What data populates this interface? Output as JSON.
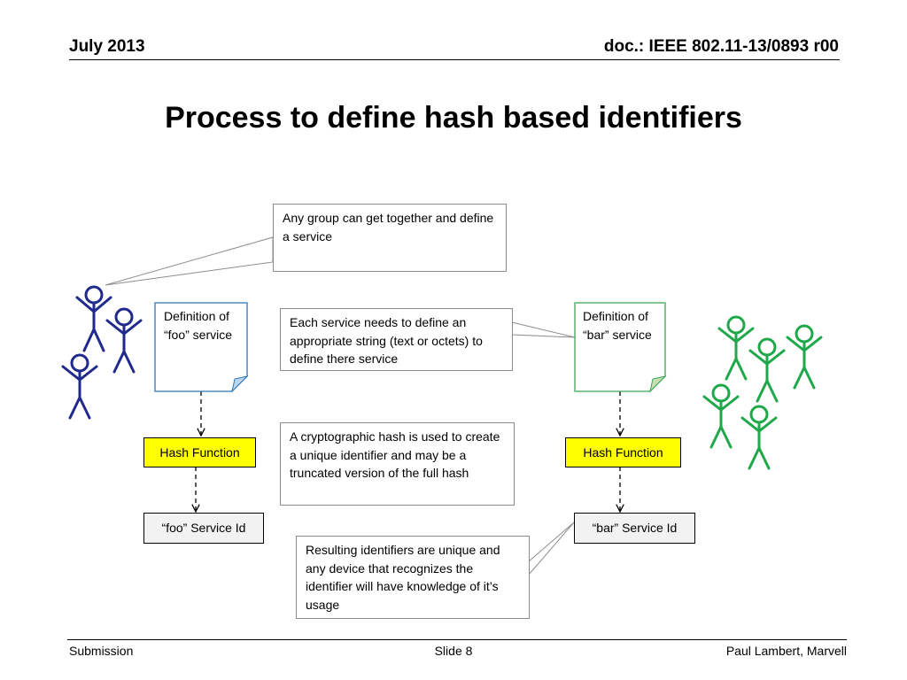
{
  "header": {
    "date": "July 2013",
    "doc_id": "doc.: IEEE 802.11-13/0893 r00"
  },
  "slide_title": "Process to define hash based identifiers",
  "callouts": {
    "group": "Any group can get together and define a service",
    "string": "Each service needs to define an appropriate string (text or octets) to define there service",
    "hash": "A cryptographic hash is used to create a unique identifier and may be a truncated version of the full hash",
    "result": "Resulting identifiers are unique and any device that recognizes the identifier will have knowledge of it’s usage"
  },
  "left_flow": {
    "definition": "Definition of “foo” service",
    "hash_function": "Hash Function",
    "service_id": "“foo” Service Id"
  },
  "right_flow": {
    "definition": "Definition of “bar” service",
    "hash_function": "Hash Function",
    "service_id": "“bar” Service Id"
  },
  "colors": {
    "blue_group": "#1f2a8c",
    "green_group": "#1fa84a",
    "foo_doc_border": "#2e75b6",
    "bar_doc_border": "#3aa655",
    "hash_fill": "#ffff00",
    "id_fill": "#f2f2f2"
  },
  "footer": {
    "left": "Submission",
    "center": "Slide 8",
    "right": "Paul Lambert, Marvell"
  }
}
